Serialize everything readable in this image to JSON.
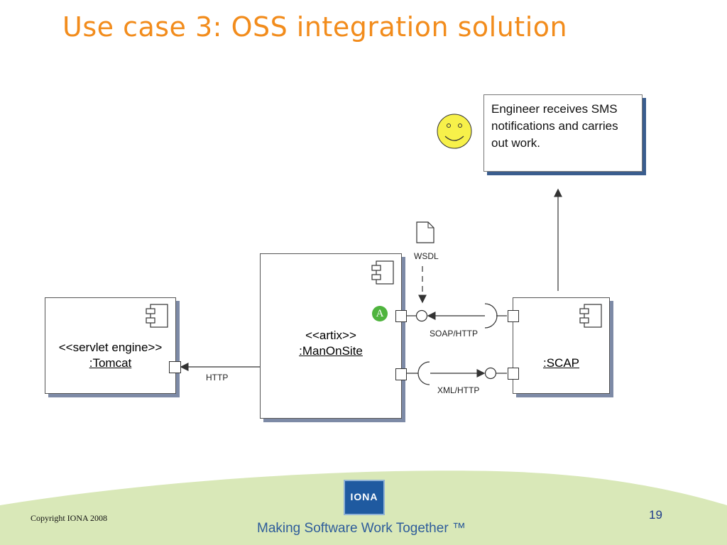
{
  "slide": {
    "title": "Use case 3: OSS integration solution",
    "copyright": "Copyright IONA 2008",
    "page_number": "19",
    "tagline": "Making Software Work Together ™",
    "logo_text": "IONA"
  },
  "diagram": {
    "tomcat": {
      "stereotype": "<<servlet engine>>",
      "name": ":Tomcat"
    },
    "manonsite": {
      "stereotype": "<<artix>>",
      "name": ":ManOnSite"
    },
    "scap": {
      "name": ":SCAP"
    },
    "note_text": "Engineer receives SMS notifications and carries out work.",
    "labels": {
      "wsdl": "WSDL",
      "http": "HTTP",
      "soap_http": "SOAP/HTTP",
      "xml_http": "XML/HTTP",
      "badge": "A"
    }
  },
  "colors": {
    "title": "#f28c1c",
    "footer_band": "#d9e8b8",
    "box_shadow": "#7d8aa6",
    "note_shadow": "#3a5d8e",
    "badge": "#4fb43e",
    "smiley": "#f7f14a"
  }
}
